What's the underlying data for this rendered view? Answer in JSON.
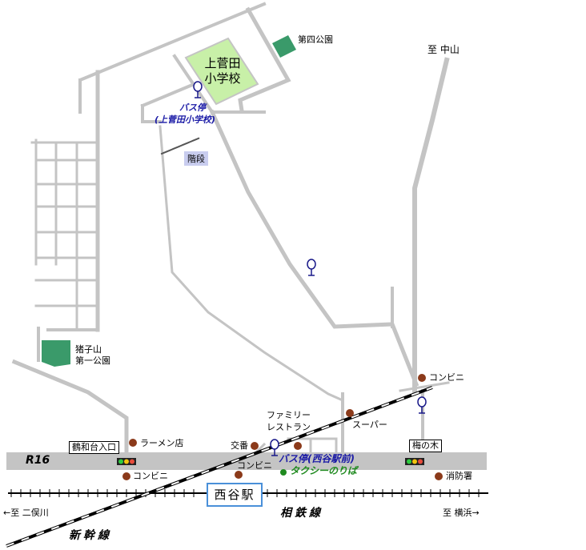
{
  "labels": {
    "kamisugeta_school_line1": "上菅田",
    "kamisugeta_school_line2": "小学校",
    "daiyon_park": "第四公園",
    "to_nakayama": "至 中山",
    "bus_stop_school_line1": "バス停",
    "bus_stop_school_line2": "(上菅田小学校)",
    "stairs": "階段",
    "inokoyama_park_line1": "猪子山",
    "inokoyama_park_line2": "第一公園",
    "convenience_ne": "コンビニ",
    "family_restaurant_line1": "ファミリー",
    "family_restaurant_line2": "レストラン",
    "supermarket": "スーパー",
    "umenoki": "梅の木",
    "kenwadai_entrance": "鶴和台入口",
    "ramen": "ラーメン店",
    "koban": "交番",
    "r16": "R16",
    "bus_stop_station": "バス停(西谷駅前)",
    "convenience_center": "コンビニ",
    "taxi": "タクシーのりば",
    "convenience_sw": "コンビニ",
    "fire_station": "消防署",
    "station": "西谷駅",
    "to_futamatagawa": "←至 二俣川",
    "sotetsu_line": "相鉄線",
    "to_yokohama": "至 横浜→",
    "shinkansen": "新幹線"
  },
  "colors": {
    "road": "#c4c4c4",
    "school_ground": "#c8f0a8",
    "park": "#3a9a6a",
    "poi": "#8b3a1a",
    "bus_text": "#1a1aa6",
    "taxi_text": "#1f8a1f",
    "station_border": "#4a90d9"
  },
  "icons": [
    "bus-stop-icon",
    "poi-dot-icon",
    "traffic-light-icon",
    "taxi-dot-icon"
  ]
}
